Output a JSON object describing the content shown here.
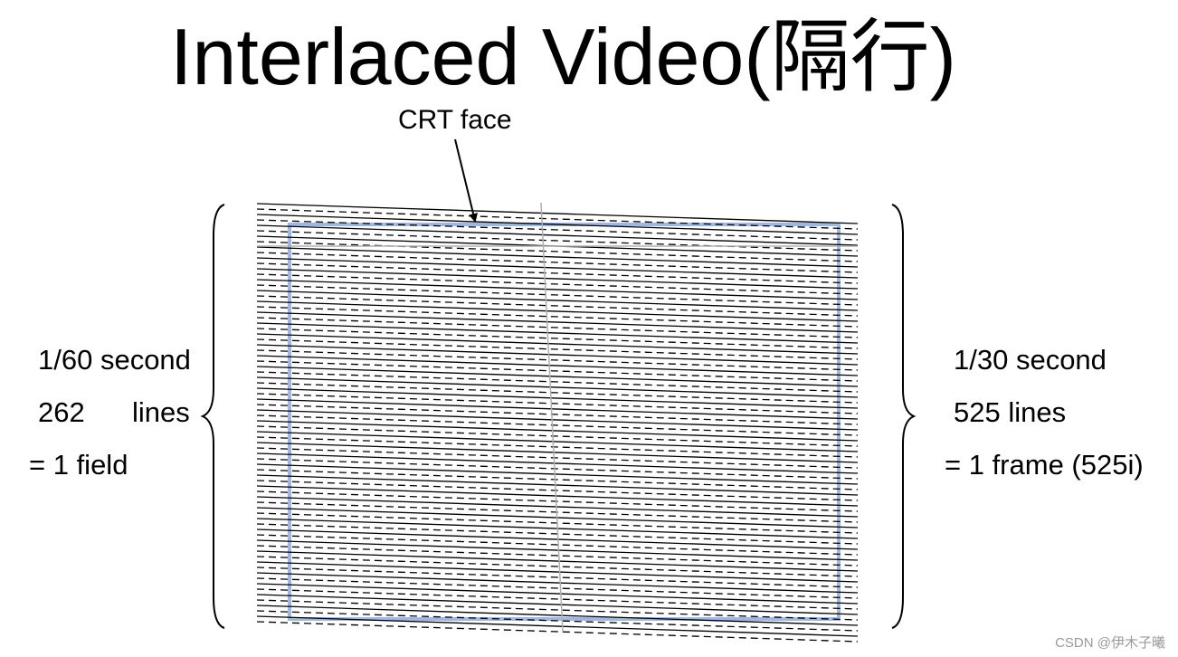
{
  "title": "Interlaced Video(隔行)",
  "crt_label": "CRT face",
  "field_info": {
    "time": "1/60 second",
    "lines_count": "262",
    "lines_word": "lines",
    "result": "= 1 field"
  },
  "frame_info": {
    "time": "1/30 second",
    "lines": "525 lines",
    "result": "= 1 frame (525i)"
  },
  "watermark": "CSDN @伊木子曦",
  "colors": {
    "crt_border": "#9db8e4",
    "retrace": "#b0b0b0",
    "scanline": "#000000"
  }
}
